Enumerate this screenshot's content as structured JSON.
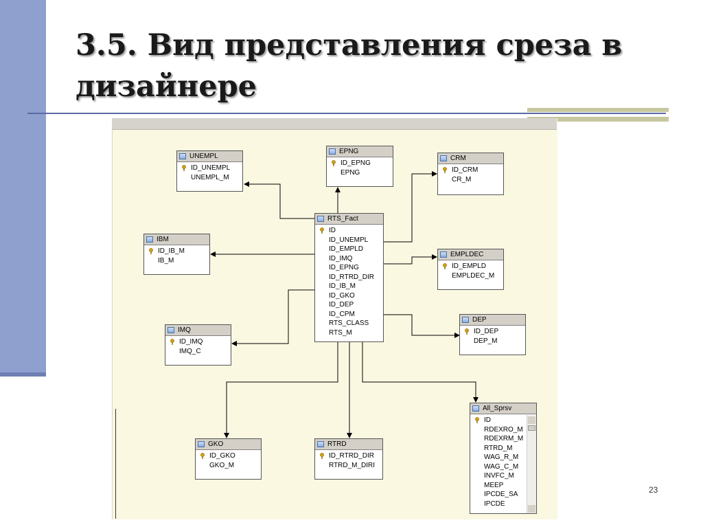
{
  "slide": {
    "title": "3.5. Вид представления среза в дизайнере",
    "page_number": "23"
  },
  "tables": {
    "unempl": {
      "name": "UNEMPL",
      "fields": [
        {
          "name": "ID_UNEMPL",
          "key": true
        },
        {
          "name": "UNEMPL_M",
          "key": false
        }
      ]
    },
    "epng": {
      "name": "EPNG",
      "fields": [
        {
          "name": "ID_EPNG",
          "key": true
        },
        {
          "name": "EPNG",
          "key": false
        }
      ]
    },
    "crm": {
      "name": "CRM",
      "fields": [
        {
          "name": "ID_CRM",
          "key": true
        },
        {
          "name": "CR_M",
          "key": false
        }
      ]
    },
    "ibm": {
      "name": "IBM",
      "fields": [
        {
          "name": "ID_IB_M",
          "key": true
        },
        {
          "name": "IB_M",
          "key": false
        }
      ]
    },
    "rts_fact": {
      "name": "RTS_Fact",
      "fields": [
        {
          "name": "ID",
          "key": true
        },
        {
          "name": "ID_UNEMPL",
          "key": false
        },
        {
          "name": "ID_EMPLD",
          "key": false
        },
        {
          "name": "ID_IMQ",
          "key": false
        },
        {
          "name": "ID_EPNG",
          "key": false
        },
        {
          "name": "ID_RTRD_DIR",
          "key": false
        },
        {
          "name": "ID_IB_M",
          "key": false
        },
        {
          "name": "ID_GKO",
          "key": false
        },
        {
          "name": "ID_DEP",
          "key": false
        },
        {
          "name": "ID_CPM",
          "key": false
        },
        {
          "name": "RTS_CLASS",
          "key": false
        },
        {
          "name": "RTS_M",
          "key": false
        }
      ]
    },
    "empldec": {
      "name": "EMPLDEC",
      "fields": [
        {
          "name": "ID_EMPLD",
          "key": true
        },
        {
          "name": "EMPLDEC_M",
          "key": false
        }
      ]
    },
    "dep": {
      "name": "DEP",
      "fields": [
        {
          "name": "ID_DEP",
          "key": true
        },
        {
          "name": "DEP_M",
          "key": false
        }
      ]
    },
    "imq": {
      "name": "IMQ",
      "fields": [
        {
          "name": "ID_IMQ",
          "key": true
        },
        {
          "name": "IMQ_C",
          "key": false
        }
      ]
    },
    "gko": {
      "name": "GKO",
      "fields": [
        {
          "name": "ID_GKO",
          "key": true
        },
        {
          "name": "GKO_M",
          "key": false
        }
      ]
    },
    "rtrd": {
      "name": "RTRD",
      "fields": [
        {
          "name": "ID_RTRD_DIR",
          "key": true
        },
        {
          "name": "RTRD_M_DIRI",
          "key": false
        }
      ]
    },
    "all_sprsv": {
      "name": "All_Sprsv",
      "fields": [
        {
          "name": "ID",
          "key": true
        },
        {
          "name": "RDEXRO_M",
          "key": false
        },
        {
          "name": "RDEXRM_M",
          "key": false
        },
        {
          "name": "RTRD_M",
          "key": false
        },
        {
          "name": "WAG_R_M",
          "key": false
        },
        {
          "name": "WAG_C_M",
          "key": false
        },
        {
          "name": "INVFC_M",
          "key": false
        },
        {
          "name": "MEEP",
          "key": false
        },
        {
          "name": "IPCDE_SA",
          "key": false
        },
        {
          "name": "IPCDE",
          "key": false
        }
      ]
    }
  },
  "colors": {
    "sidebar": "#8f9fce",
    "rule": "#5a6aa5",
    "accent": "#c8c8a0",
    "canvas": "#fbf8e2",
    "key": "#d4a017"
  },
  "icons": {
    "table": "table-icon",
    "key": "key-icon",
    "arrow": "arrowhead"
  }
}
